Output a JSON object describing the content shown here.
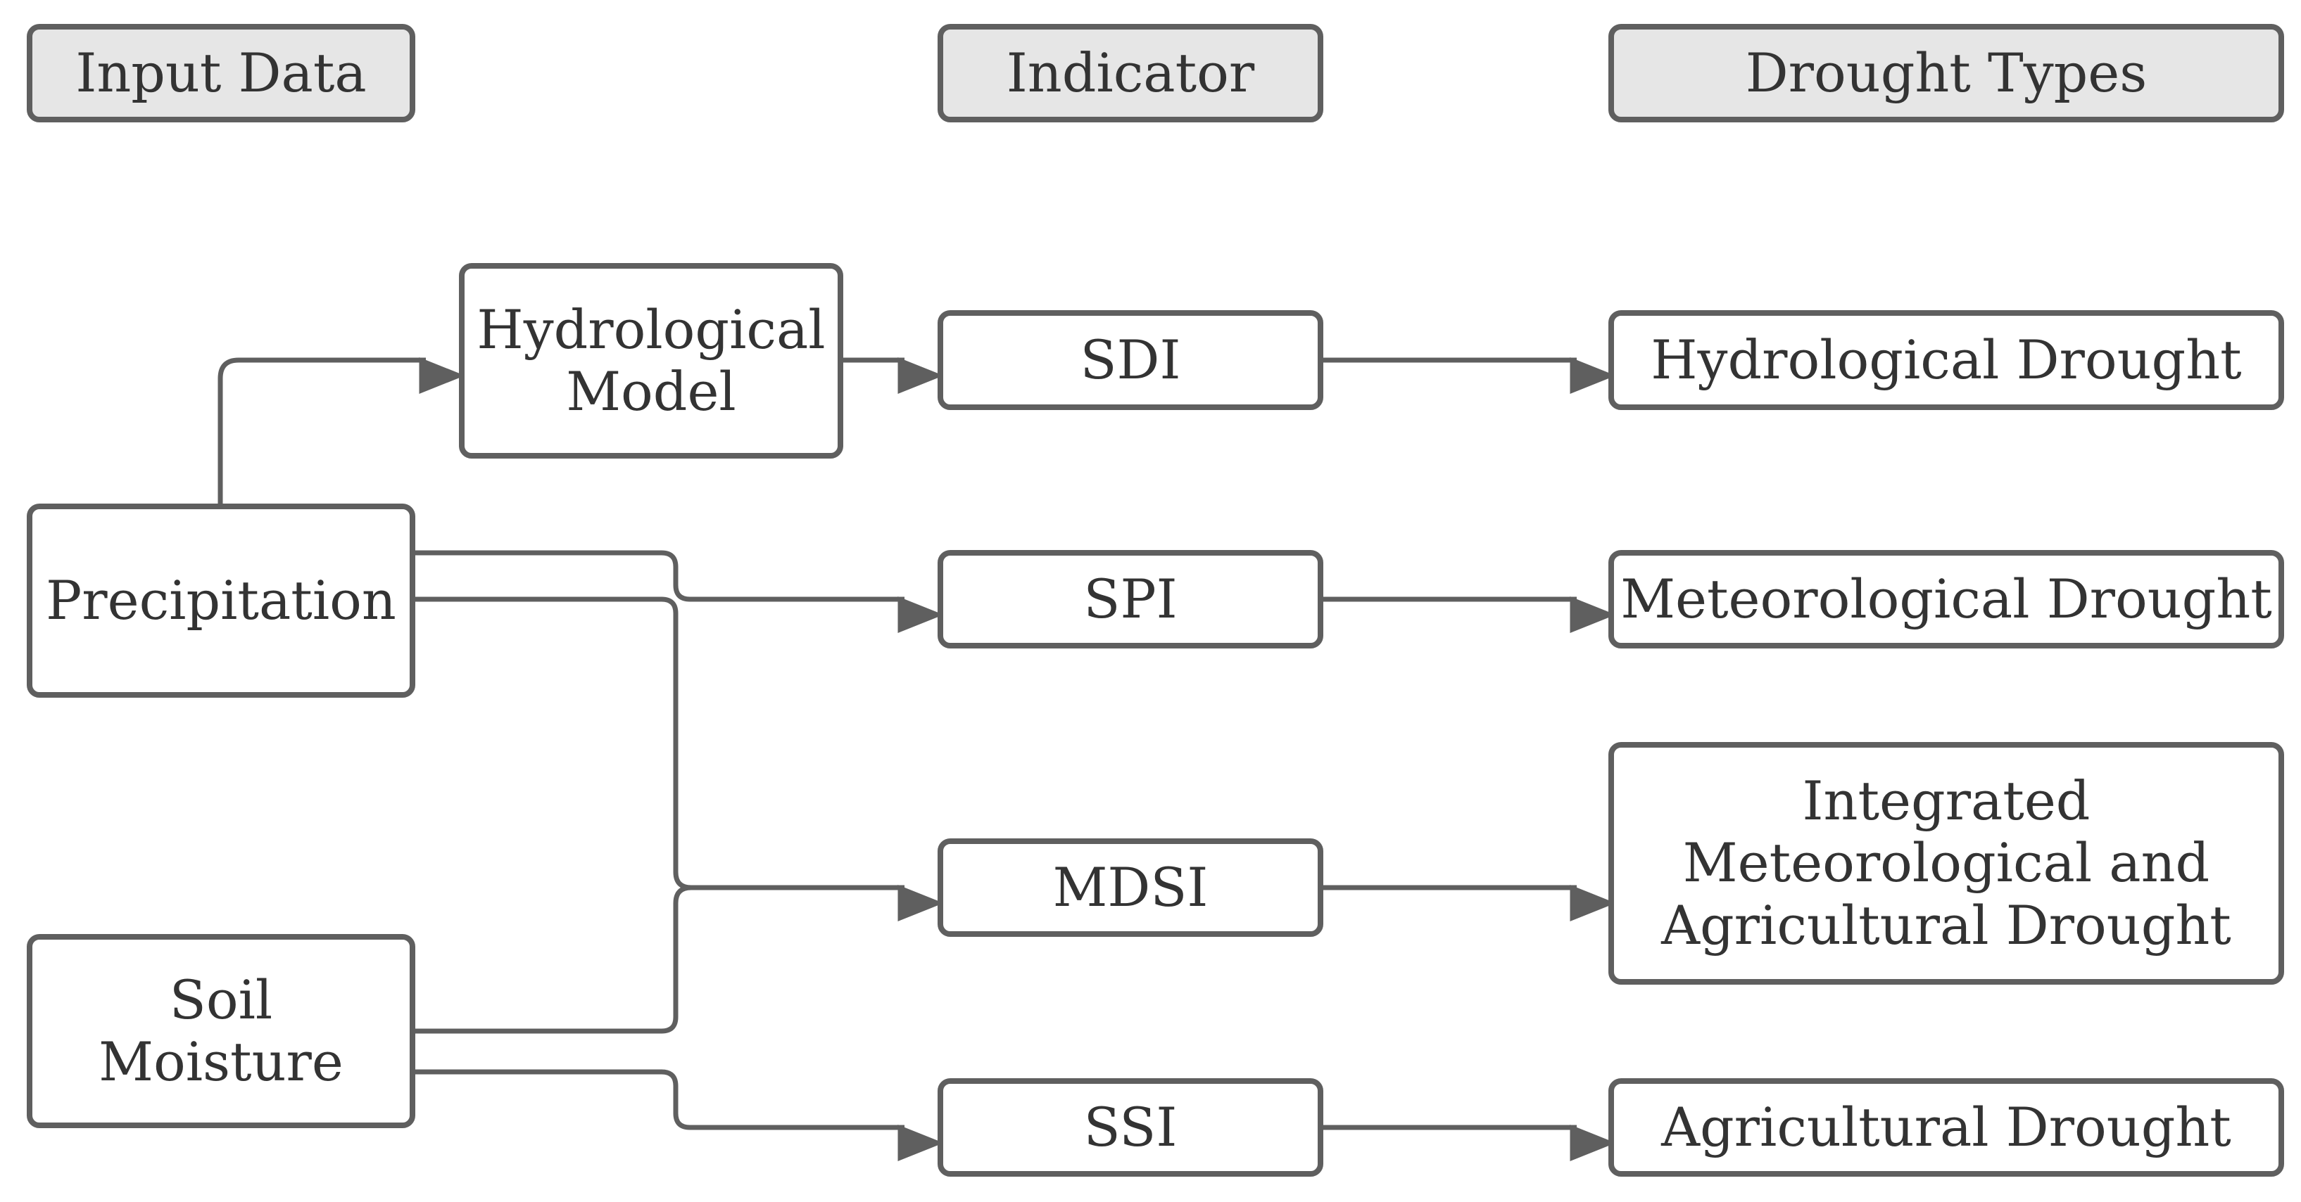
{
  "headers": {
    "input_data": "Input Data",
    "indicator": "Indicator",
    "drought_types": "Drought Types"
  },
  "inputs": {
    "precipitation": "Precipitation",
    "soil_moisture": "Soil\nMoisture"
  },
  "model": {
    "hydrological_model": "Hydrological\nModel"
  },
  "indicators": {
    "sdi": "SDI",
    "spi": "SPI",
    "mdsi": "MDSI",
    "ssi": "SSI"
  },
  "drought_types": {
    "hydrological": "Hydrological Drought",
    "meteorological": "Meteorological Drought",
    "integrated": "Integrated\nMeteorological and\nAgricultural Drought",
    "agricultural": "Agricultural Drought"
  },
  "colors": {
    "line": "#5f5f5f",
    "header_fill": "#e6e6e6",
    "text": "#333333"
  }
}
